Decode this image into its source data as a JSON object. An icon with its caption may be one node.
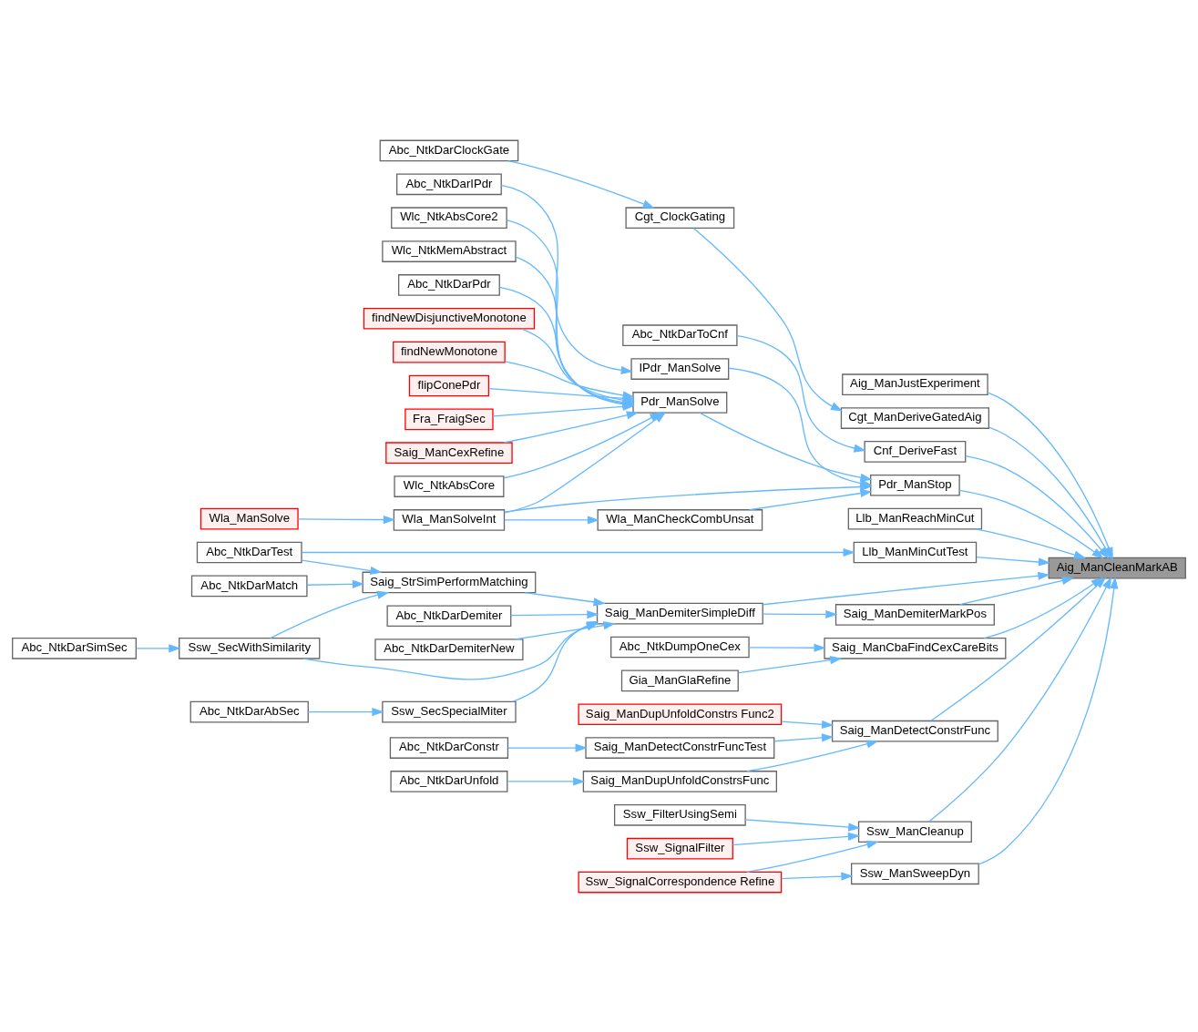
{
  "diagram": {
    "nodes": [
      {
        "text": [
          "Aig_ManCleanMarkAB"
        ]
      },
      {
        "text": [
          "Aig_ManJustExperiment"
        ]
      },
      {
        "text": [
          "Cgt_ManDeriveGatedAig"
        ]
      },
      {
        "text": [
          "Cgt_ClockGating"
        ]
      },
      {
        "text": [
          "Abc_NtkDarClockGate"
        ]
      },
      {
        "text": [
          "Cnf_DeriveFast"
        ]
      },
      {
        "text": [
          "Abc_NtkDarToCnf"
        ]
      },
      {
        "text": [
          "Pdr_ManStop"
        ]
      },
      {
        "text": [
          "IPdr_ManSolve"
        ]
      },
      {
        "text": [
          "Wla_ManSolveInt"
        ]
      },
      {
        "text": [
          "Wla_ManSolve"
        ]
      },
      {
        "text": [
          "Pdr_ManSolve"
        ]
      },
      {
        "text": [
          "Abc_NtkDarIPdr"
        ]
      },
      {
        "text": [
          "Wlc_NtkAbsCore2"
        ]
      },
      {
        "text": [
          "Wlc_NtkMemAbstract"
        ]
      },
      {
        "text": [
          "Abc_NtkDarPdr"
        ]
      },
      {
        "text": [
          "findNewDisjunctiveMonotone"
        ]
      },
      {
        "text": [
          "findNewMonotone"
        ]
      },
      {
        "text": [
          "flipConePdr"
        ]
      },
      {
        "text": [
          "Fra_FraigSec"
        ]
      },
      {
        "text": [
          "Saig_ManCexRefine"
        ]
      },
      {
        "text": [
          "Wlc_NtkAbsCore"
        ]
      },
      {
        "text": [
          "Wla_ManCheckCombUnsat"
        ]
      },
      {
        "text": [
          "Llb_ManReachMinCut"
        ]
      },
      {
        "text": [
          "Llb_ManMinCutTest"
        ]
      },
      {
        "text": [
          "Abc_NtkDarTest"
        ]
      },
      {
        "text": [
          "Saig_ManCbaFindCexCareBits"
        ]
      },
      {
        "text": [
          "Abc_NtkDumpOneCex"
        ]
      },
      {
        "text": [
          "Gia_ManGlaRefine"
        ]
      },
      {
        "text": [
          "Saig_ManDemiterMarkPos"
        ]
      },
      {
        "text": [
          "Saig_ManDemiterSimpleDiff"
        ]
      },
      {
        "text": [
          "Abc_NtkDarDemiter"
        ]
      },
      {
        "text": [
          "Abc_NtkDarDemiterNew"
        ]
      },
      {
        "text": [
          "Saig_StrSimPerformMatching"
        ]
      },
      {
        "text": [
          "Abc_NtkDarMatch"
        ]
      },
      {
        "text": [
          "Ssw_SecWithSimilarity"
        ]
      },
      {
        "text": [
          "Abc_NtkDarSimSec"
        ]
      },
      {
        "text": [
          "Ssw_SecSpecialMiter"
        ]
      },
      {
        "text": [
          "Abc_NtkDarAbSec"
        ]
      },
      {
        "text": [
          "Saig_ManDetectConstrFunc"
        ]
      },
      {
        "text": [
          "Saig_ManDupUnfoldConstrs Func2"
        ]
      },
      {
        "text": [
          "Saig_ManDetectConstrFuncTest"
        ]
      },
      {
        "text": [
          "Abc_NtkDarConstr"
        ]
      },
      {
        "text": [
          "Saig_ManDupUnfoldConstrsFunc"
        ]
      },
      {
        "text": [
          "Abc_NtkDarUnfold"
        ]
      },
      {
        "text": [
          "Ssw_ManCleanup"
        ]
      },
      {
        "text": [
          "Ssw_FilterUsingSemi"
        ]
      },
      {
        "text": [
          "Ssw_SignalFilter"
        ]
      },
      {
        "text": [
          "Ssw_SignalCorrespondence Refine"
        ]
      },
      {
        "text": [
          "Ssw_ManSweepDyn"
        ]
      }
    ],
    "edges": [
      {
        "from": 1,
        "to": 0,
        "arrow": "to"
      },
      {
        "from": 2,
        "to": 0,
        "arrow": "to"
      },
      {
        "from": 3,
        "to": 2,
        "arrow": "to"
      },
      {
        "from": 4,
        "to": 3,
        "arrow": "to"
      },
      {
        "from": 5,
        "to": 0,
        "arrow": "to"
      },
      {
        "from": 6,
        "to": 5,
        "arrow": "to"
      },
      {
        "from": 7,
        "to": 0,
        "arrow": "to"
      },
      {
        "from": 8,
        "to": 7,
        "arrow": "to"
      },
      {
        "from": 9,
        "to": 7,
        "arrow": "to"
      },
      {
        "from": 9,
        "to": 11,
        "arrow": "to"
      },
      {
        "from": 9,
        "to": 22,
        "arrow": "to"
      },
      {
        "from": 10,
        "to": 9,
        "arrow": "to"
      },
      {
        "from": 11,
        "to": 7,
        "arrow": "to"
      },
      {
        "from": 12,
        "to": 8,
        "arrow": "to"
      },
      {
        "from": 13,
        "to": 11,
        "arrow": "to"
      },
      {
        "from": 14,
        "to": 11,
        "arrow": "to"
      },
      {
        "from": 15,
        "to": 11,
        "arrow": "to"
      },
      {
        "from": 16,
        "to": 11,
        "arrow": "to"
      },
      {
        "from": 17,
        "to": 11,
        "arrow": "to"
      },
      {
        "from": 18,
        "to": 11,
        "arrow": "to"
      },
      {
        "from": 19,
        "to": 11,
        "arrow": "to"
      },
      {
        "from": 20,
        "to": 11,
        "arrow": "to"
      },
      {
        "from": 21,
        "to": 11,
        "arrow": "to"
      },
      {
        "from": 22,
        "to": 7,
        "arrow": "to"
      },
      {
        "from": 23,
        "to": 0,
        "arrow": "to"
      },
      {
        "from": 24,
        "to": 0,
        "arrow": "to"
      },
      {
        "from": 25,
        "to": 24,
        "arrow": "to"
      },
      {
        "from": 25,
        "to": 33,
        "arrow": "to"
      },
      {
        "from": 26,
        "to": 0,
        "arrow": "to"
      },
      {
        "from": 27,
        "to": 26,
        "arrow": "to"
      },
      {
        "from": 28,
        "to": 26,
        "arrow": "to"
      },
      {
        "from": 29,
        "to": 0,
        "arrow": "to"
      },
      {
        "from": 30,
        "to": 29,
        "arrow": "to"
      },
      {
        "from": 30,
        "to": 0,
        "arrow": "to"
      },
      {
        "from": 31,
        "to": 30,
        "arrow": "to"
      },
      {
        "from": 32,
        "to": 30,
        "arrow": "to"
      },
      {
        "from": 33,
        "to": 30,
        "arrow": "to"
      },
      {
        "from": 34,
        "to": 33,
        "arrow": "to"
      },
      {
        "from": 35,
        "to": 33,
        "arrow": "to"
      },
      {
        "from": 35,
        "to": 30,
        "arrow": "to"
      },
      {
        "from": 36,
        "to": 35,
        "arrow": "to"
      },
      {
        "from": 37,
        "to": 30,
        "arrow": "to"
      },
      {
        "from": 38,
        "to": 37,
        "arrow": "to"
      },
      {
        "from": 39,
        "to": 0,
        "arrow": "to"
      },
      {
        "from": 40,
        "to": 39,
        "arrow": "to"
      },
      {
        "from": 41,
        "to": 39,
        "arrow": "to"
      },
      {
        "from": 42,
        "to": 41,
        "arrow": "to"
      },
      {
        "from": 43,
        "to": 39,
        "arrow": "to"
      },
      {
        "from": 44,
        "to": 43,
        "arrow": "to"
      },
      {
        "from": 45,
        "to": 0,
        "arrow": "to"
      },
      {
        "from": 46,
        "to": 45,
        "arrow": "to"
      },
      {
        "from": 47,
        "to": 45,
        "arrow": "to"
      },
      {
        "from": 48,
        "to": 45,
        "arrow": "to"
      },
      {
        "from": 48,
        "to": 49,
        "arrow": "to"
      },
      {
        "from": 49,
        "to": 0,
        "arrow": "to"
      }
    ]
  }
}
